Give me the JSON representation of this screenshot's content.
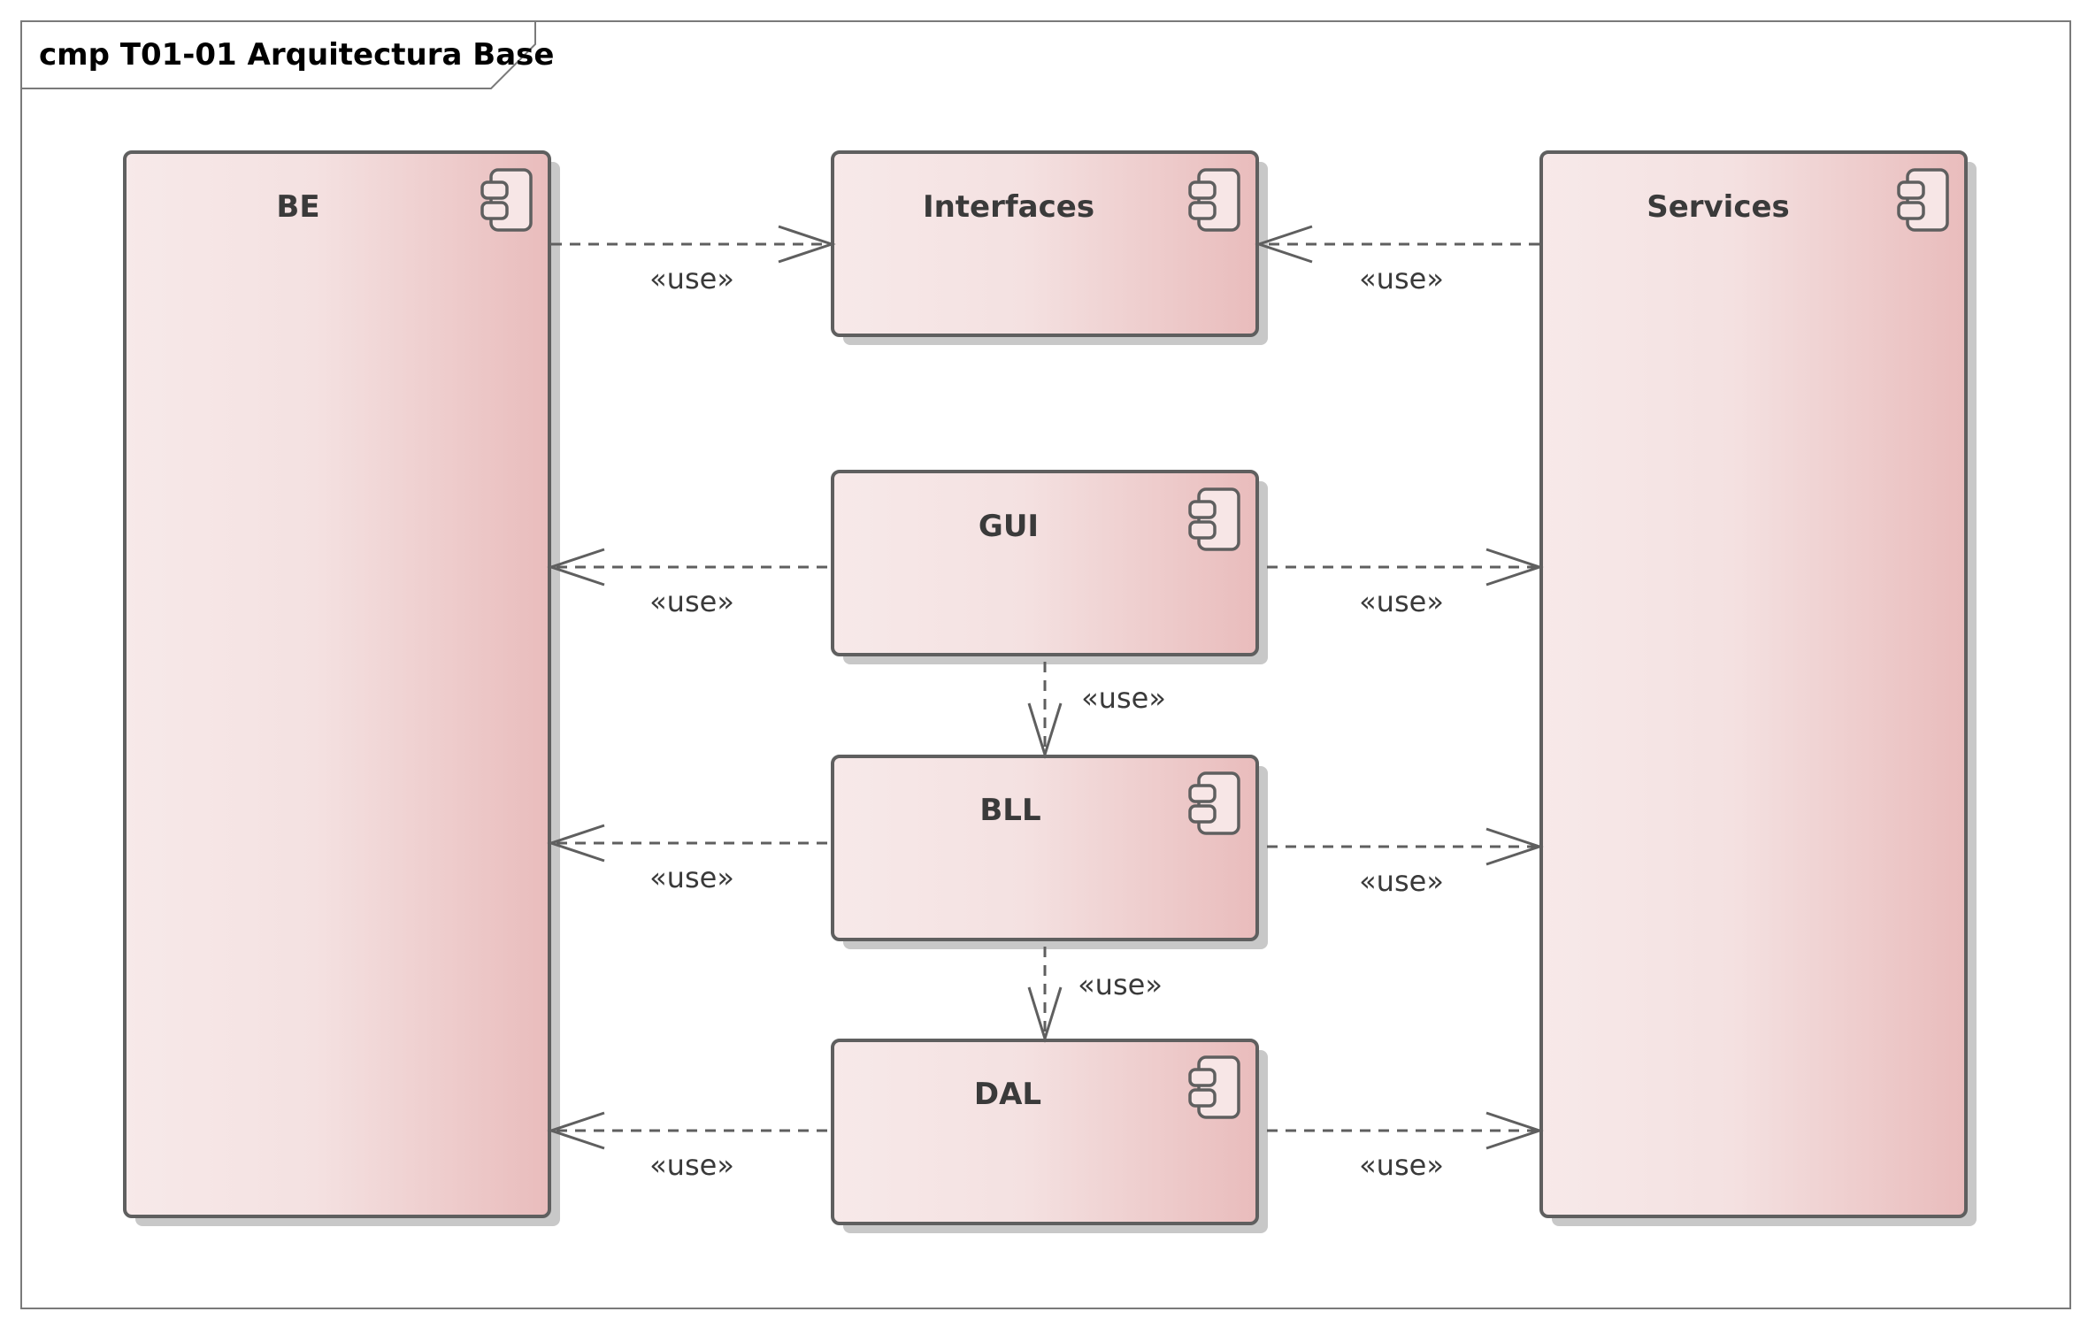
{
  "frame": {
    "title": "cmp T01-01 Arquitectura Base"
  },
  "components": {
    "be": {
      "name": "BE"
    },
    "interfaces": {
      "name": "Interfaces"
    },
    "services": {
      "name": "Services"
    },
    "gui": {
      "name": "GUI"
    },
    "bll": {
      "name": "BLL"
    },
    "dal": {
      "name": "DAL"
    }
  },
  "dependencies": {
    "be_interfaces": "«use»",
    "services_interfaces": "«use»",
    "gui_be": "«use»",
    "gui_services": "«use»",
    "gui_bll": "«use»",
    "bll_be": "«use»",
    "bll_services": "«use»",
    "bll_dal": "«use»",
    "dal_be": "«use»",
    "dal_services": "«use»"
  },
  "colors": {
    "fill_light": "#f7e9e9",
    "fill_dark": "#e9bcbc",
    "stroke": "#5f5f5f"
  }
}
